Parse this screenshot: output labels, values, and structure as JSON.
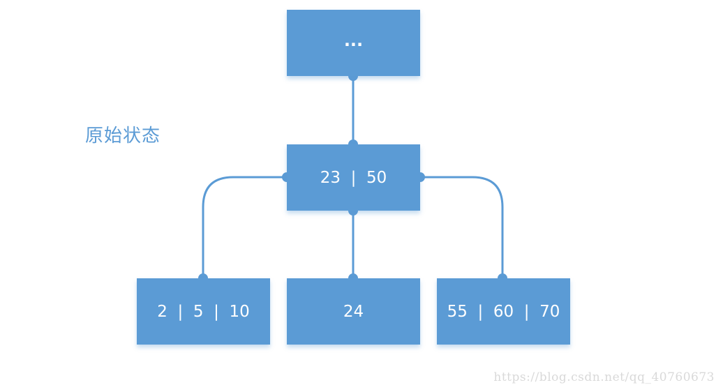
{
  "label": "原始状态",
  "nodes": {
    "top": "...",
    "middle": "23  |  50",
    "left": "2  |  5  |  10",
    "center": "24",
    "right": "55  |  60  |  70"
  },
  "watermark": "https://blog.csdn.net/qq_40760673",
  "colors": {
    "node_fill": "#5b9bd5",
    "connector": "#5b9bd5",
    "label": "#5b9bd5",
    "node_text": "#ffffff"
  }
}
